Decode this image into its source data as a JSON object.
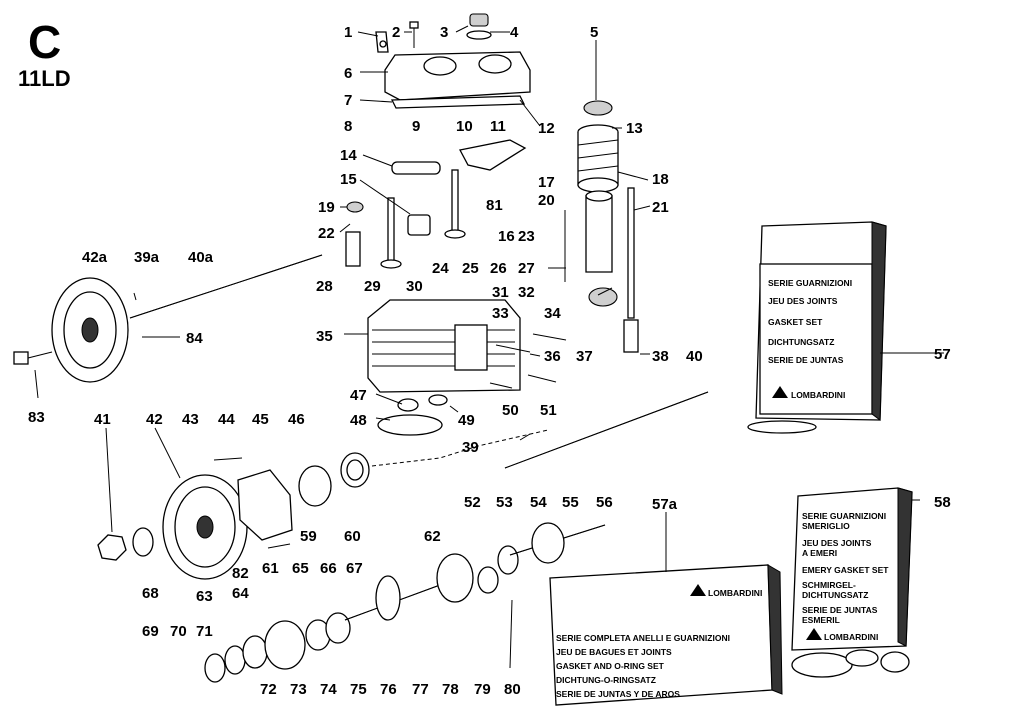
{
  "header": {
    "letter": "C",
    "model": "11LD"
  },
  "callouts": [
    "1",
    "2",
    "3",
    "4",
    "5",
    "6",
    "7",
    "8",
    "9",
    "10",
    "11",
    "12",
    "13",
    "14",
    "15",
    "16",
    "17",
    "18",
    "19",
    "20",
    "21",
    "22",
    "23",
    "24",
    "25",
    "26",
    "27",
    "28",
    "29",
    "30",
    "31",
    "32",
    "33",
    "34",
    "35",
    "36",
    "37",
    "38",
    "39",
    "39a",
    "40",
    "40a",
    "41",
    "42",
    "42a",
    "43",
    "44",
    "45",
    "46",
    "47",
    "48",
    "49",
    "50",
    "51",
    "52",
    "53",
    "54",
    "55",
    "56",
    "57",
    "57a",
    "58",
    "59",
    "60",
    "61",
    "62",
    "63",
    "64",
    "65",
    "66",
    "67",
    "68",
    "69",
    "70",
    "71",
    "72",
    "73",
    "74",
    "75",
    "76",
    "77",
    "78",
    "79",
    "80",
    "81",
    "82",
    "83",
    "84"
  ],
  "kit_gasket": {
    "lines": [
      "SERIE GUARNIZIONI",
      "JEU DES JOINTS",
      "GASKET SET",
      "DICHTUNGSATZ",
      "SERIE DE JUNTAS"
    ],
    "brand": "LOMBARDINI"
  },
  "kit_oring": {
    "lines": [
      "SERIE COMPLETA ANELLI E GUARNIZIONI",
      "JEU DE BAGUES ET JOINTS",
      "GASKET AND O-RING SET",
      "DICHTUNG-O-RINGSATZ",
      "SERIE DE JUNTAS Y DE AROS"
    ],
    "brand": "LOMBARDINI"
  },
  "kit_emery": {
    "lines": [
      "SERIE GUARNIZIONI",
      "SMERIGLIO",
      "JEU DES JOINTS",
      "A EMERI",
      "EMERY GASKET SET",
      "SCHMIRGEL-",
      "DICHTUNGSATZ",
      "SERIE DE JUNTAS",
      "ESMERIL"
    ],
    "brand": "LOMBARDINI"
  }
}
